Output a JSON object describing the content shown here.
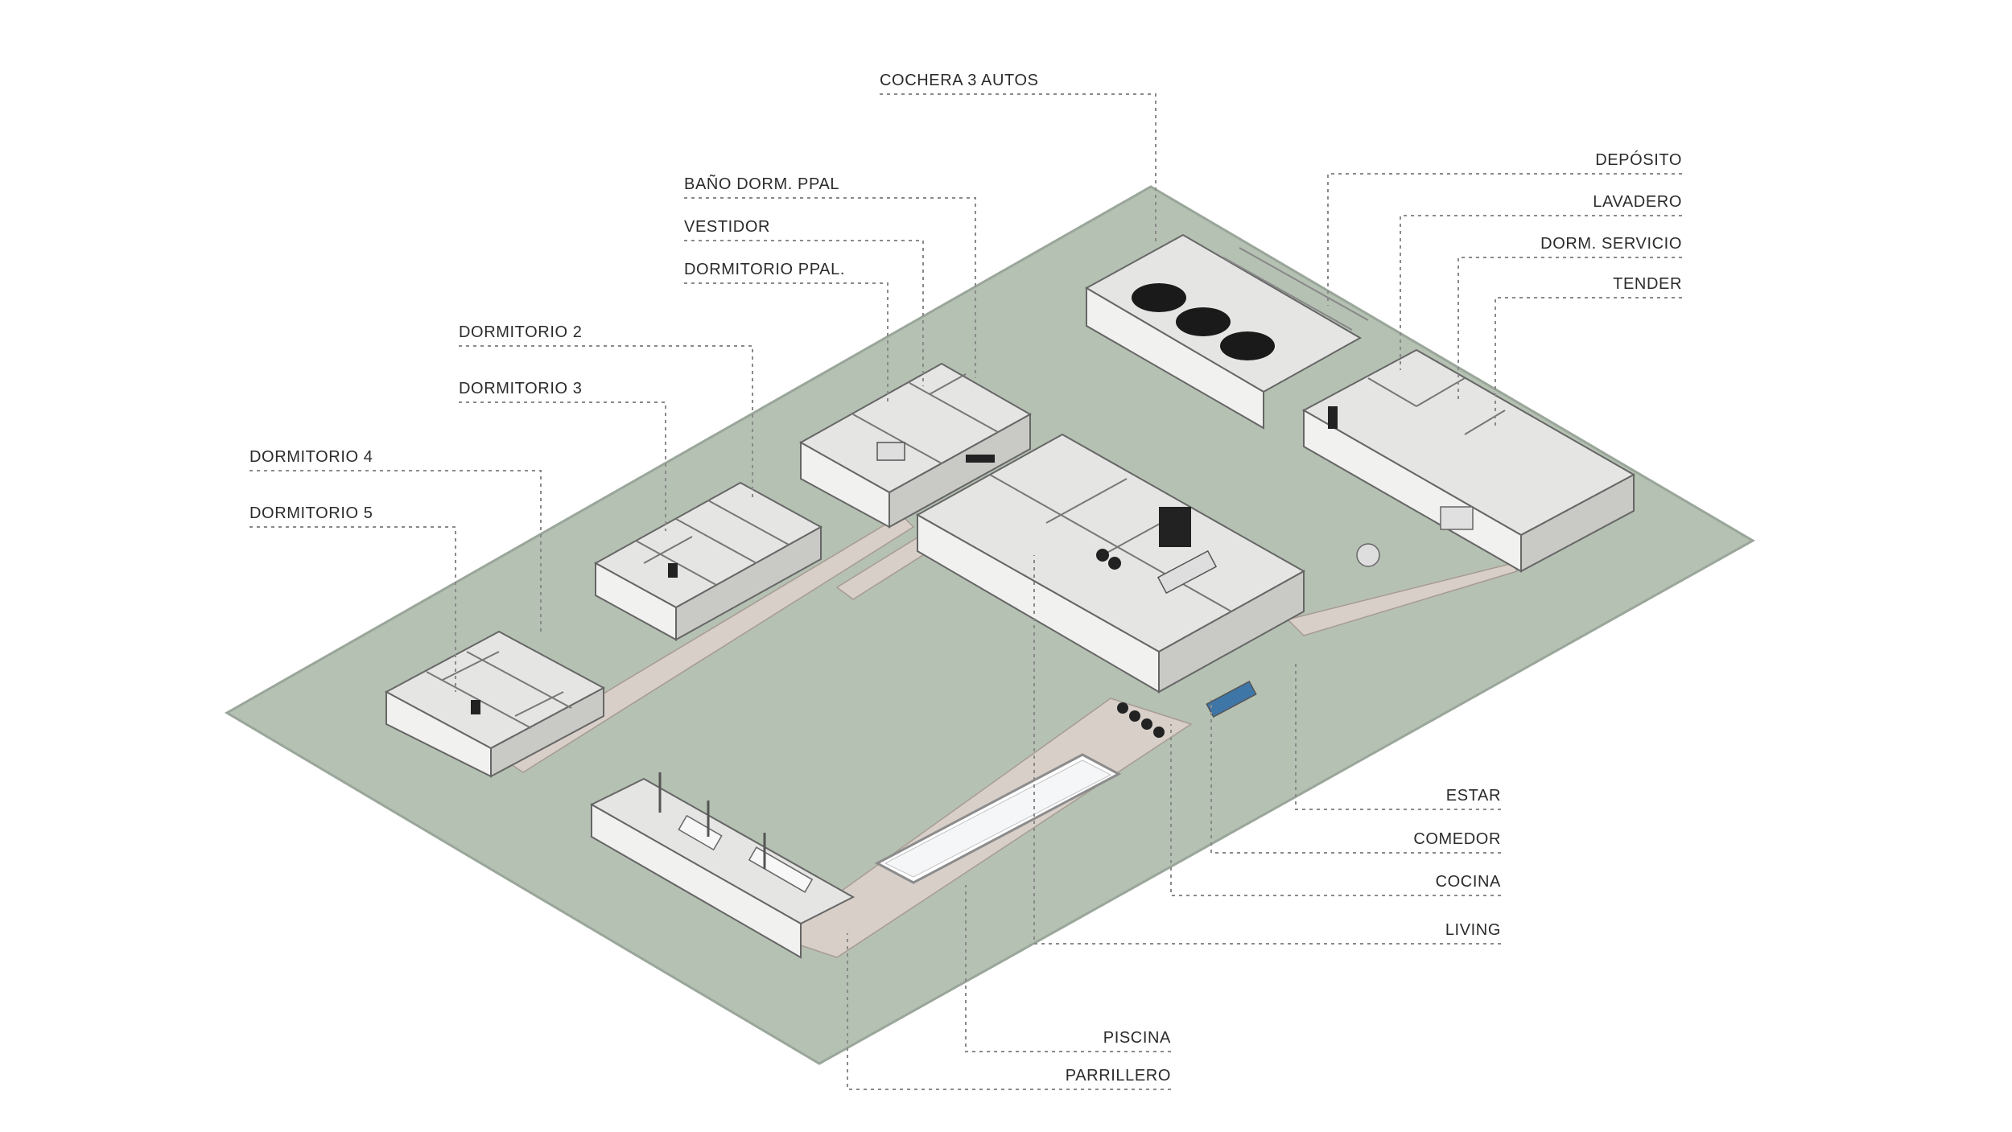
{
  "labels": {
    "cochera": "COCHERA 3 AUTOS",
    "bano_dorm_ppal": "BAÑO DORM. PPAL",
    "vestidor": "VESTIDOR",
    "dormitorio_ppal": "DORMITORIO PPAL.",
    "dormitorio_2": "DORMITORIO 2",
    "dormitorio_3": "DORMITORIO 3",
    "dormitorio_4": "DORMITORIO 4",
    "dormitorio_5": "DORMITORIO 5",
    "deposito": "DEPÓSITO",
    "lavadero": "LAVADERO",
    "dorm_servicio": "DORM. SERVICIO",
    "tender": "TENDER",
    "estar": "ESTAR",
    "comedor": "COMEDOR",
    "cocina": "COCINA",
    "living": "LIVING",
    "piscina": "PISCINA",
    "parrillero": "PARRILLERO"
  },
  "colors": {
    "lawn": "#b5c1b3",
    "lawn_edge": "#9aa69a",
    "deck": "#d8cfc9",
    "wall": "#f1f1ef",
    "wall_shade": "#c9c9c6",
    "glass": "#8fa0a2",
    "leader": "#8a8a8a",
    "text": "#2b2b2b",
    "pool": "#ffffff",
    "pool_water": "#3f76a8"
  }
}
